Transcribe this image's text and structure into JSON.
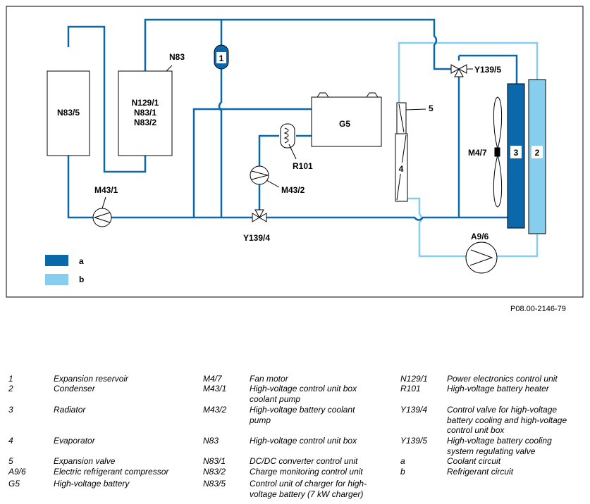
{
  "figure_ref": "P08.00-2146-79",
  "diagram": {
    "components": {
      "n83_5": "N83/5",
      "n83": "N83",
      "n83_box_lines": [
        "N129/1",
        "N83/1",
        "N83/2"
      ],
      "g5": "G5",
      "r101": "R101",
      "m43_2": "M43/2",
      "m43_1": "M43/1",
      "y139_4": "Y139/4",
      "y139_5": "Y139/5",
      "m4_7": "M4/7",
      "a9_6": "A9/6",
      "reservoir_num": "1",
      "condenser_num": "2",
      "radiator_num": "3",
      "evaporator_num": "4",
      "valve_num": "5"
    },
    "legend_swatches": [
      {
        "key": "a",
        "color": "#0b68ab"
      },
      {
        "key": "b",
        "color": "#86cdee"
      }
    ]
  },
  "colors": {
    "coolant": "#0b68ab",
    "refrigerant": "#86cdee"
  },
  "legend": {
    "col1": [
      {
        "code": "1",
        "desc": "Expansion reservoir"
      },
      {
        "code": "2",
        "desc": "Condenser"
      },
      {
        "code": "3",
        "desc": "Radiator"
      },
      {
        "code": "4",
        "desc": "Evaporator"
      },
      {
        "code": "5",
        "desc": "Expansion valve"
      },
      {
        "code": "A9/6",
        "desc": "Electric refrigerant compressor"
      },
      {
        "code": "G5",
        "desc": "High-voltage battery"
      }
    ],
    "col2": [
      {
        "code": "M4/7",
        "desc": "Fan motor"
      },
      {
        "code": "M43/1",
        "desc": "High-voltage control unit box coolant pump"
      },
      {
        "code": "M43/2",
        "desc": "High-voltage battery coolant pump"
      },
      {
        "code": "N83",
        "desc": "High-voltage control unit box"
      },
      {
        "code": "N83/1",
        "desc": "DC/DC converter control unit"
      },
      {
        "code": "N83/2",
        "desc": "Charge monitoring control unit"
      },
      {
        "code": "N83/5",
        "desc": "Control unit of charger for high-voltage battery (7 kW charger)"
      }
    ],
    "col3": [
      {
        "code": "N129/1",
        "desc": "Power electronics control unit"
      },
      {
        "code": "R101",
        "desc": "High-voltage battery heater"
      },
      {
        "code": "Y139/4",
        "desc": "Control valve for high-voltage battery cooling and high-voltage control unit box"
      },
      {
        "code": "Y139/5",
        "desc": "High-voltage battery cooling system regulating valve"
      },
      {
        "code": "a",
        "desc": "Coolant circuit"
      },
      {
        "code": "b",
        "desc": "Refrigerant circuit"
      }
    ]
  }
}
